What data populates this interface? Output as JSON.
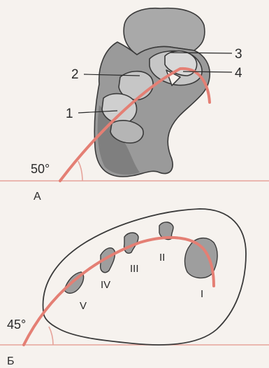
{
  "panel_a": {
    "label": "А",
    "angle": "50°",
    "callouts": [
      "1",
      "2",
      "3",
      "4"
    ]
  },
  "panel_b": {
    "label": "Б",
    "angle": "45°",
    "roman_labels": [
      "V",
      "IV",
      "III",
      "II",
      "I"
    ]
  },
  "colors": {
    "arch_line": "#e47f74",
    "baseline": "#e6a39a",
    "bone": "#b8b8b8",
    "bone_dark": "#7f7f7f",
    "outline": "#3a3a3a",
    "background": "#f6f2ee"
  }
}
